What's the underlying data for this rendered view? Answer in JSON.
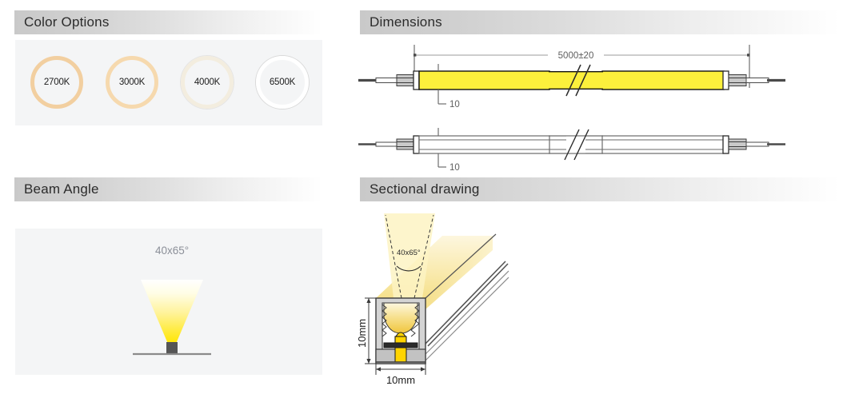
{
  "sections": {
    "color_options": {
      "title": "Color Options",
      "swatches": [
        {
          "label": "2700K",
          "ring_color": "#f2cfa0"
        },
        {
          "label": "3000K",
          "ring_color": "#f6d9ae"
        },
        {
          "label": "4000K",
          "ring_color": "#f3eddf"
        },
        {
          "label": "6500K",
          "ring_color": "#ffffff"
        }
      ]
    },
    "dimensions": {
      "title": "Dimensions",
      "length_label": "5000±20",
      "top_height_label": "10",
      "bottom_height_label": "10",
      "strip_color": "#fcf03c"
    },
    "beam_angle": {
      "title": "Beam Angle",
      "angle_label": "40x65°",
      "cone_color_top": "#ffffff",
      "cone_color_bottom": "#ffe600"
    },
    "sectional_drawing": {
      "title": "Sectional drawing",
      "angle_label": "40x65°",
      "height_label": "10mm",
      "width_label": "10mm",
      "glow_color": "#f7e9a0",
      "led_color": "#ffd400"
    }
  },
  "theme": {
    "header_gradient_start": "#c9c9c9",
    "header_gradient_end": "#ffffff",
    "panel_background": "#f4f5f6",
    "page_background": "#ffffff",
    "text_color": "#2b2b2b",
    "muted_text": "#8b8f98",
    "line_color": "#555555"
  }
}
